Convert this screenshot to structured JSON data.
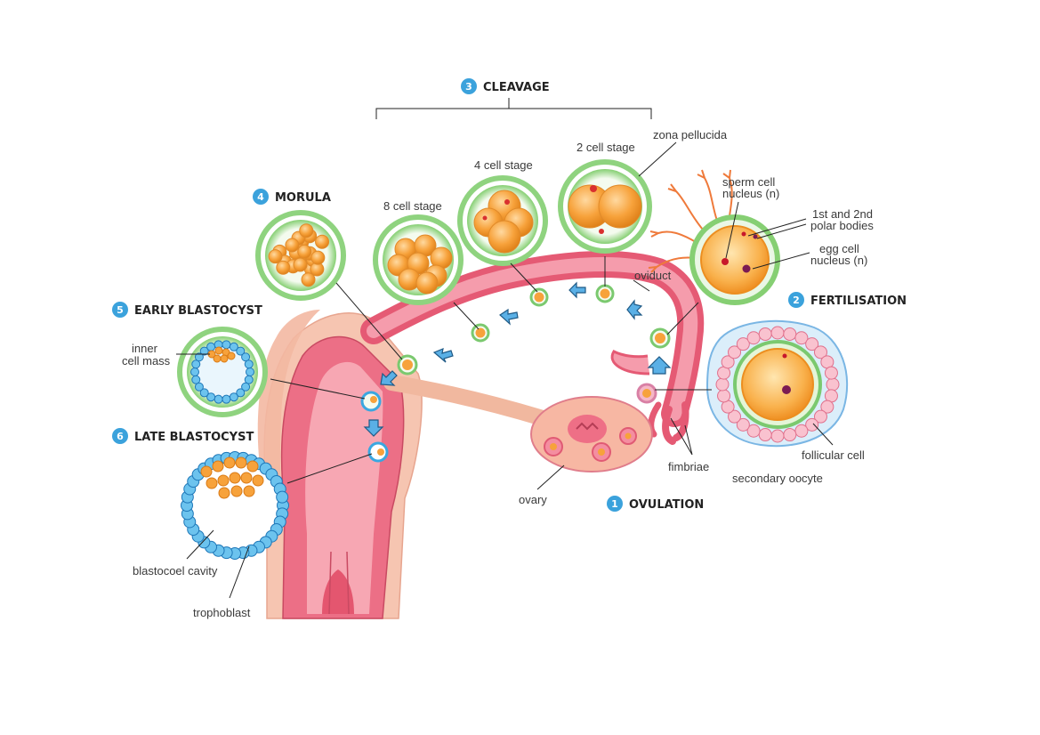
{
  "colors": {
    "uterus_outer": "#f7c9b5",
    "uterus_wall": "#e8607a",
    "uterus_inner": "#f49aa8",
    "cell_orange": "#f7a23b",
    "zona_green": "#7bc96f",
    "trophoblast_blue": "#3aa7e0",
    "stage_badge": "#3ba2dc"
  },
  "stages": [
    {
      "num": "1",
      "title": "OVULATION"
    },
    {
      "num": "2",
      "title": "FERTILISATION"
    },
    {
      "num": "3",
      "title": "CLEAVAGE"
    },
    {
      "num": "4",
      "title": "MORULA"
    },
    {
      "num": "5",
      "title": "EARLY BLASTOCYST"
    },
    {
      "num": "6",
      "title": "LATE BLASTOCYST"
    }
  ],
  "labels": {
    "zona_pellucida": "zona pellucida",
    "two_cell": "2 cell stage",
    "four_cell": "4 cell stage",
    "eight_cell": "8 cell stage",
    "sperm_nucleus_1": "sperm cell",
    "sperm_nucleus_2": "nucleus (n)",
    "polar_bodies_1": "1st and 2nd",
    "polar_bodies_2": "polar bodies",
    "egg_nucleus_1": "egg cell",
    "egg_nucleus_2": "nucleus (n)",
    "oviduct": "oviduct",
    "inner_cell_mass_1": "inner",
    "inner_cell_mass_2": "cell mass",
    "follicular_cell": "follicular cell",
    "secondary_oocyte": "secondary oocyte",
    "fimbriae": "fimbriae",
    "ovary": "ovary",
    "blastocoel_cavity": "blastocoel cavity",
    "trophoblast": "trophoblast"
  }
}
